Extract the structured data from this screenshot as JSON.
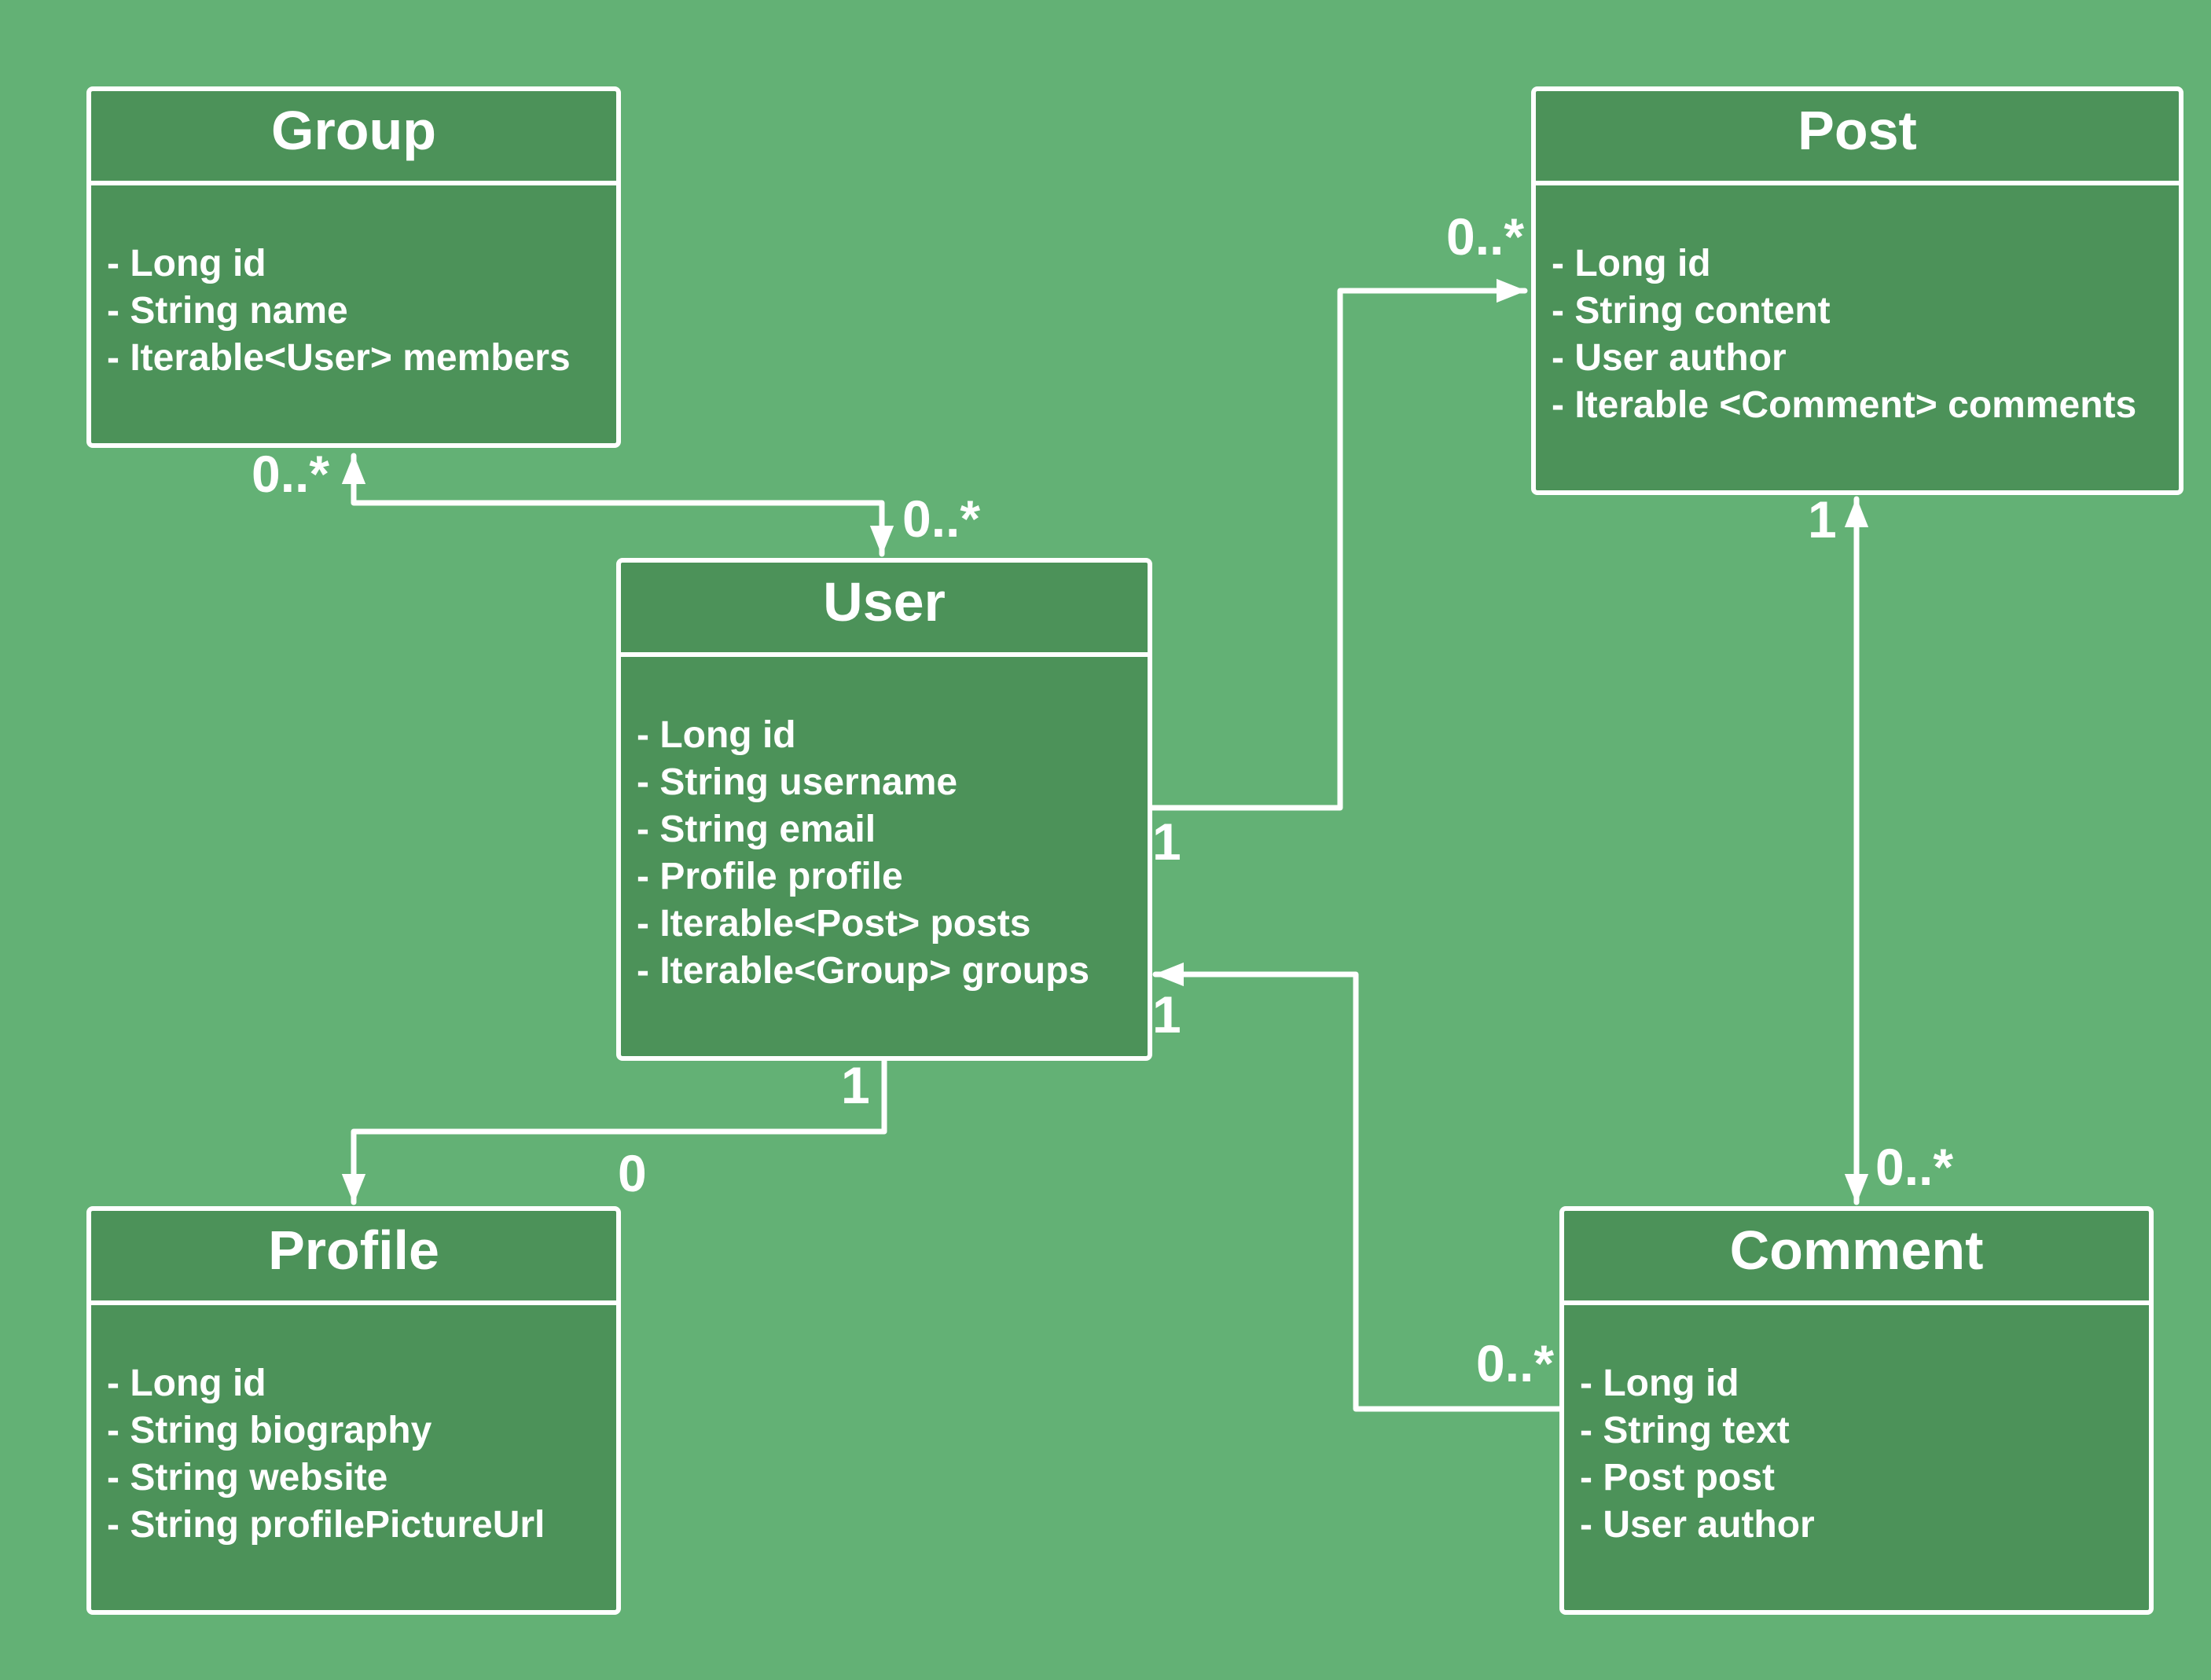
{
  "classes": {
    "group": {
      "name": "Group",
      "attributes": [
        "- Long id",
        "- String name",
        "- Iterable<User> members"
      ]
    },
    "post": {
      "name": "Post",
      "attributes": [
        "- Long id",
        "- String content",
        "- User author",
        "- Iterable <Comment> comments"
      ]
    },
    "user": {
      "name": "User",
      "attributes": [
        "- Long id",
        "- String username",
        "- String email",
        "- Profile profile",
        "- Iterable<Post> posts",
        "- Iterable<Group> groups"
      ]
    },
    "profile": {
      "name": "Profile",
      "attributes": [
        "- Long id",
        "- String biography",
        "- String website",
        "- String profilePictureUrl"
      ]
    },
    "comment": {
      "name": "Comment",
      "attributes": [
        "- Long id",
        "- String text",
        "- Post post",
        "- User author"
      ]
    }
  },
  "relationships": [
    {
      "from": "User",
      "to": "Group",
      "multiplicity_group_end": "0..*",
      "multiplicity_user_end": "0..*"
    },
    {
      "from": "User",
      "to": "Post",
      "multiplicity_user_end": "1",
      "multiplicity_post_end": "0..*"
    },
    {
      "from": "User",
      "to": "Profile",
      "multiplicity_user_end": "1",
      "multiplicity_profile_end": "0"
    },
    {
      "from": "Comment",
      "to": "User",
      "multiplicity_user_end": "1",
      "multiplicity_comment_end": "0..*"
    },
    {
      "from": "Post",
      "to": "Comment",
      "multiplicity_post_end": "1",
      "multiplicity_comment_end": "0..*"
    }
  ],
  "multiplicities": {
    "group_user_at_group": "0..*",
    "group_user_at_user": "0..*",
    "user_post_at_post": "0..*",
    "user_post_at_user": "1",
    "post_comment_at_post": "1",
    "post_comment_at_comment": "0..*",
    "comment_user_at_user": "1",
    "comment_user_at_comment": "0..*",
    "user_profile_at_user": "1",
    "user_profile_at_profile": "0"
  },
  "colors": {
    "background": "#63b175",
    "box_fill": "#4c9259",
    "stroke": "#ffffff",
    "text": "#ffffff"
  }
}
